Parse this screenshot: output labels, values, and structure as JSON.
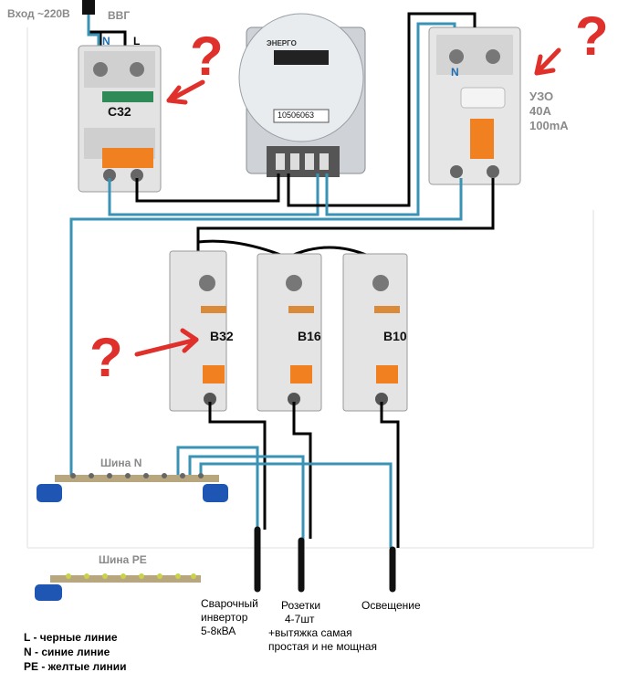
{
  "input": {
    "label": "Вход ~220В",
    "cable": "ВВГ",
    "n": "N",
    "l": "L"
  },
  "main_breaker": {
    "rating": "C32"
  },
  "meter": {
    "brand": "ЭНЕРГО",
    "reading": "10506063"
  },
  "rcd": {
    "n": "N",
    "title": "УЗО",
    "current": "40А",
    "leak": "100mA"
  },
  "breakers": [
    {
      "id": "B32",
      "label": "B32"
    },
    {
      "id": "B16",
      "label": "B16"
    },
    {
      "id": "B10",
      "label": "B10"
    }
  ],
  "bus_n": {
    "label": "Шина N"
  },
  "bus_pe": {
    "label": "Шина PE"
  },
  "loads": {
    "welder": [
      "Сварочный",
      "инвертор",
      "5-8кВА"
    ],
    "sockets": [
      "Розетки",
      "4-7шт"
    ],
    "sockets_note": [
      "+вытяжка самая",
      "простая и не мощная"
    ],
    "light": "Освещение"
  },
  "legend": [
    "L - черные линие",
    "N - синие линие",
    "PE - желтые линии"
  ],
  "question_mark": "?",
  "colors": {
    "live": "#000000",
    "neutral": "#3a93b5",
    "earth": "#e8d84a",
    "mark": "#e0302b",
    "handle": "#f08020"
  }
}
